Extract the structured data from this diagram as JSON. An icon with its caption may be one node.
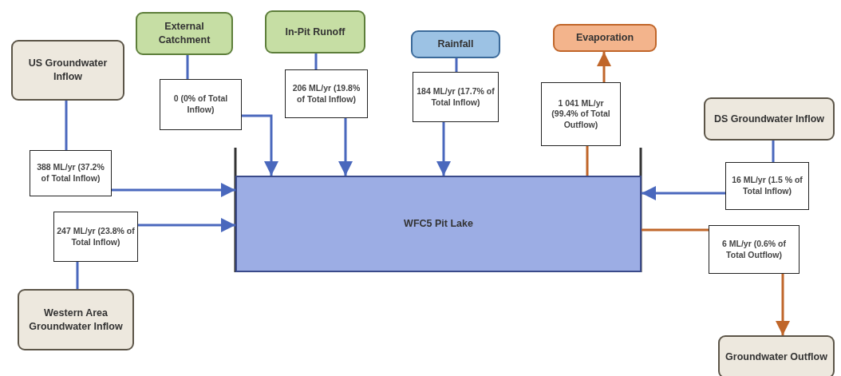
{
  "diagram": {
    "nodes": [
      {
        "text": [
          "US Groundwater Inflow"
        ]
      },
      {
        "text": [
          "External Catchment"
        ]
      },
      {
        "text": [
          "In-Pit Runoff"
        ]
      },
      {
        "text": [
          "Rainfall"
        ]
      },
      {
        "text": [
          "Evaporation"
        ]
      },
      {
        "text": [
          "DS Groundwater Inflow"
        ]
      },
      {
        "text": [
          "WFC5 Pit Lake"
        ]
      },
      {
        "text": [
          "Western Area Groundwater Inflow"
        ]
      },
      {
        "text": [
          "Groundwater Outflow"
        ]
      }
    ],
    "edges": [
      {
        "from": 0,
        "to": 6,
        "arrow": "to",
        "label": "388 ML/yr (37.2% of Total Inflow)"
      },
      {
        "from": 1,
        "to": 6,
        "arrow": "to",
        "label": "0 (0% of Total Inflow)"
      },
      {
        "from": 2,
        "to": 6,
        "arrow": "to",
        "label": "206 ML/yr (19.8% of Total Inflow)"
      },
      {
        "from": 3,
        "to": 6,
        "arrow": "to",
        "label": "184 ML/yr (17.7% of Total Inflow)"
      },
      {
        "from": 6,
        "to": 4,
        "arrow": "to",
        "label": "1 041 ML/yr (99.4% of Total Outflow)",
        "color": "#c0662a"
      },
      {
        "from": 5,
        "to": 6,
        "arrow": "to",
        "label": "16 ML/yr (1.5 % of Total Inflow)"
      },
      {
        "from": 7,
        "to": 6,
        "arrow": "to",
        "label": "247 ML/yr (23.8% of Total Inflow)"
      },
      {
        "from": 6,
        "to": 8,
        "arrow": "to",
        "label": "6 ML/yr (0.6% of Total Outflow)",
        "color": "#c0662a"
      }
    ]
  }
}
